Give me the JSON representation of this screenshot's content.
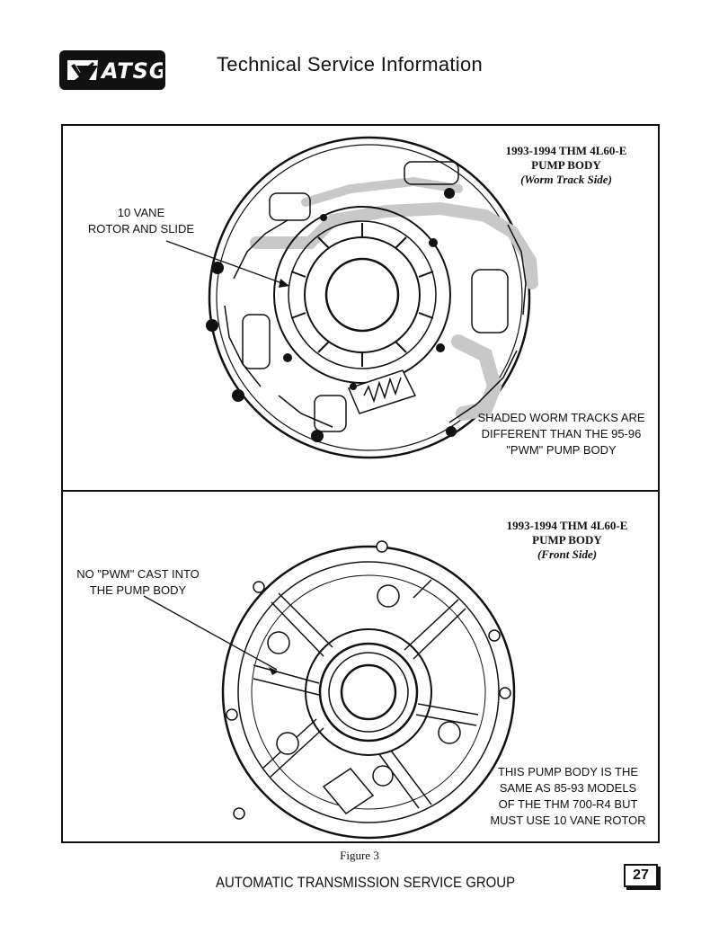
{
  "header": {
    "logo_text": "ATSG",
    "title": "Technical Service Information"
  },
  "top_panel": {
    "caption_line1": "1993-1994 THM 4L60-E",
    "caption_line2": "PUMP BODY",
    "caption_line3": "(Worm Track Side)",
    "callout_rotor_line1": "10 VANE",
    "callout_rotor_line2": "ROTOR AND SLIDE",
    "callout_shaded_line1": "SHADED WORM TRACKS ARE",
    "callout_shaded_line2": "DIFFERENT THAN THE 95-96",
    "callout_shaded_line3": "\"PWM\" PUMP BODY"
  },
  "bottom_panel": {
    "caption_line1": "1993-1994 THM 4L60-E",
    "caption_line2": "PUMP BODY",
    "caption_line3": "(Front Side)",
    "callout_pwm_line1": "NO \"PWM\" CAST INTO",
    "callout_pwm_line2": "THE PUMP BODY",
    "callout_same_line1": "THIS PUMP BODY IS THE",
    "callout_same_line2": "SAME AS 85-93 MODELS",
    "callout_same_line3": "OF THE THM 700-R4 BUT",
    "callout_same_line4": "MUST USE 10 VANE ROTOR"
  },
  "figure_caption": "Figure 3",
  "footer": {
    "text": "AUTOMATIC TRANSMISSION SERVICE GROUP",
    "page_number": "27"
  }
}
